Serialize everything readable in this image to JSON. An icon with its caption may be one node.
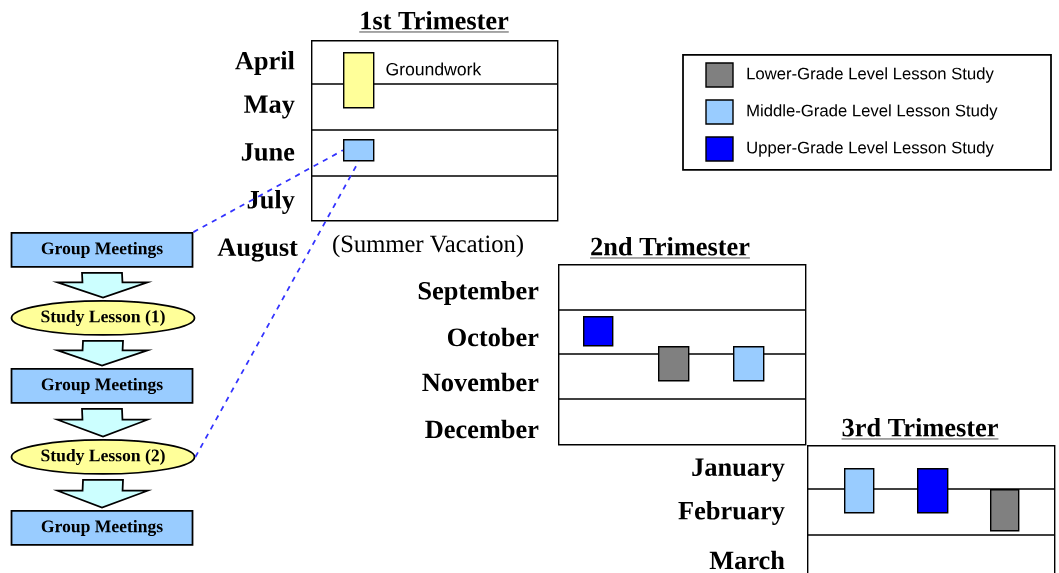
{
  "diagram": {
    "nodes": [
      {
        "text": [
          "1st Trimester"
        ]
      },
      {
        "text": [],
        "shape": "bar",
        "in": 0,
        "beside": [
          "Groundwork"
        ]
      },
      {
        "text": [],
        "shape": "bar",
        "in": 0
      },
      {
        "text": [
          "Group Meetings"
        ]
      },
      {
        "text": [
          "Study Lesson (1)"
        ]
      },
      {
        "text": [
          "Group Meetings"
        ]
      },
      {
        "text": [
          "Study Lesson (2)"
        ]
      },
      {
        "text": [
          "Group Meetings"
        ]
      },
      {
        "text": [
          "2nd Trimester"
        ]
      },
      {
        "text": [],
        "shape": "bar",
        "in": 8
      },
      {
        "text": [],
        "shape": "bar",
        "in": 8
      },
      {
        "text": [],
        "shape": "bar",
        "in": 8
      },
      {
        "text": [
          "3rd Trimester"
        ]
      },
      {
        "text": [],
        "shape": "bar",
        "in": 12
      },
      {
        "text": [],
        "shape": "bar",
        "in": 12
      },
      {
        "text": [],
        "shape": "bar",
        "in": 12
      }
    ],
    "edges": [
      {
        "from": 3,
        "to": 4,
        "arrow": "to"
      },
      {
        "from": 4,
        "to": 5,
        "arrow": "to"
      },
      {
        "from": 5,
        "to": 6,
        "arrow": "to"
      },
      {
        "from": 6,
        "to": 7,
        "arrow": "to"
      },
      {
        "from": 3,
        "to": 2,
        "arrow": "none",
        "style": "dashed",
        "color": "#3333ff"
      },
      {
        "from": 6,
        "to": 2,
        "arrow": "none",
        "style": "dashed",
        "color": "#3333ff"
      }
    ],
    "labels": [
      "April",
      "May",
      "June",
      "July",
      "August",
      "(Summer Vacation)",
      "September",
      "October",
      "November",
      "December",
      "January",
      "February",
      "March"
    ],
    "legend": [
      {
        "text": "Lower-Grade Level Lesson Study",
        "color": "#808080"
      },
      {
        "text": "Middle-Grade Level Lesson Study",
        "color": "#99ccff"
      },
      {
        "text": "Upper-Grade Level Lesson Study",
        "color": "#0000ff"
      }
    ]
  }
}
